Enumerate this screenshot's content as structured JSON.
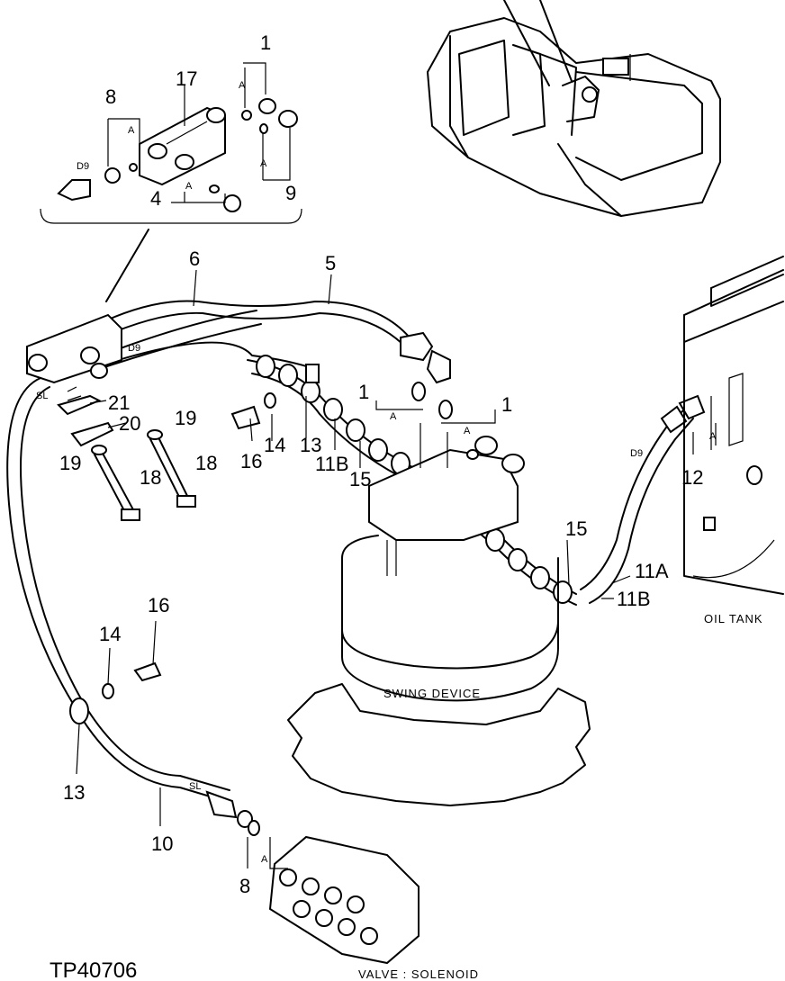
{
  "figure_id": "TP40706",
  "labels": {
    "swing_device": "SWING DEVICE",
    "oil_tank": "OIL TANK",
    "valve_solenoid": "VALVE : SOLENOID"
  },
  "hose_marks": {
    "d9": "D9",
    "sl": "SL",
    "a": "A"
  },
  "part_numbers": {
    "p1": "1",
    "p4": "4",
    "p5": "5",
    "p6": "6",
    "p8": "8",
    "p9": "9",
    "p10": "10",
    "p11a": "11A",
    "p11b": "11B",
    "p12": "12",
    "p13": "13",
    "p14": "14",
    "p15": "15",
    "p16": "16",
    "p17": "17",
    "p18": "18",
    "p19": "19",
    "p20": "20",
    "p21": "21"
  }
}
